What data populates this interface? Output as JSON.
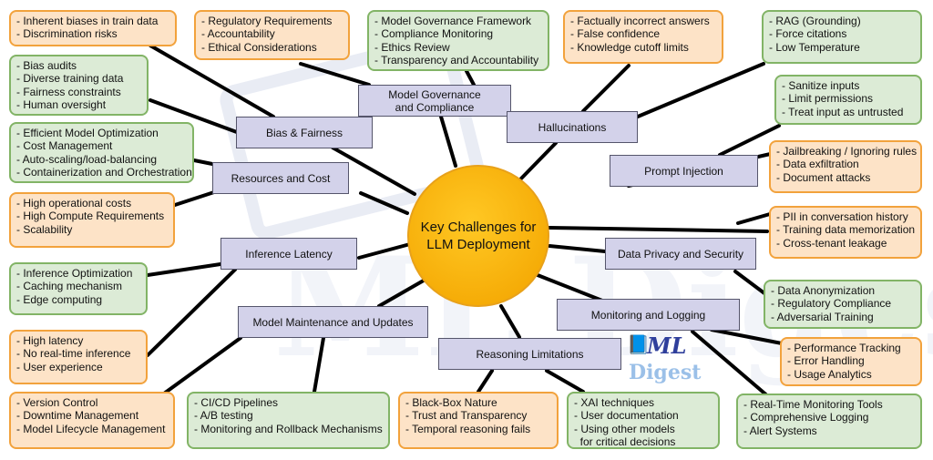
{
  "center": {
    "line1": "Key Challenges for",
    "line2": "LLM Deployment"
  },
  "categories": {
    "bias_fairness": "Bias & Fairness",
    "governance": "Model Governance and Compliance",
    "hallucinations": "Hallucinations",
    "prompt_injection": "Prompt Injection",
    "resources_cost": "Resources and Cost",
    "inference_latency": "Inference Latency",
    "data_privacy": "Data Privacy and Security",
    "monitoring": "Monitoring and Logging",
    "maintenance": "Model Maintenance and Updates",
    "reasoning": "Reasoning Limitations"
  },
  "notes": {
    "bias_challenges": [
      "- Inherent biases in train data",
      "- Discrimination risks"
    ],
    "bias_solutions": [
      "- Bias audits",
      "- Diverse training data",
      "- Fairness constraints",
      "- Human oversight"
    ],
    "gov_challenges": [
      "- Regulatory Requirements",
      "- Accountability",
      "- Ethical Considerations"
    ],
    "gov_solutions": [
      "- Model Governance Framework",
      "- Compliance Monitoring",
      "- Ethics Review",
      "- Transparency and Accountability"
    ],
    "hall_challenges": [
      "- Factually incorrect answers",
      "- False confidence",
      "- Knowledge cutoff limits"
    ],
    "hall_solutions": [
      "- RAG (Grounding)",
      "- Force citations",
      "- Low Temperature"
    ],
    "inj_solutions": [
      "- Sanitize inputs",
      "- Limit permissions",
      "- Treat input as untrusted"
    ],
    "inj_challenges": [
      "- Jailbreaking / Ignoring rules",
      "- Data exfiltration",
      "- Document attacks"
    ],
    "res_solutions": [
      "- Efficient Model Optimization",
      "- Cost Management",
      "- Auto-scaling/load-balancing",
      "- Containerization and Orchestration"
    ],
    "res_challenges": [
      "- High operational costs",
      "- High Compute Requirements",
      "- Scalability"
    ],
    "lat_solutions": [
      "- Inference Optimization",
      "- Caching mechanism",
      "- Edge computing"
    ],
    "lat_challenges": [
      "- High latency",
      "- No real-time inference",
      "- User experience"
    ],
    "priv_challenges": [
      "- PII in conversation history",
      "- Training data memorization",
      "- Cross-tenant leakage"
    ],
    "priv_solutions": [
      "- Data Anonymization",
      "- Regulatory Compliance",
      "- Adversarial Training"
    ],
    "mon_challenges": [
      "- Performance Tracking",
      "- Error Handling",
      "- Usage Analytics"
    ],
    "mon_solutions": [
      "- Real-Time Monitoring Tools",
      "- Comprehensive Logging",
      "- Alert Systems"
    ],
    "maint_challenges": [
      "- Version Control",
      "- Downtime Management",
      "- Model Lifecycle Management"
    ],
    "maint_solutions": [
      "- CI/CD Pipelines",
      "- A/B testing",
      "- Monitoring and Rollback Mechanisms"
    ],
    "reas_challenges": [
      "- Black-Box Nature",
      "- Trust and Transparency",
      "- Temporal reasoning fails"
    ],
    "reas_solutions": [
      "- XAI techniques",
      "- User documentation",
      "- Using other models",
      "  for critical decisions"
    ]
  },
  "logo": {
    "line1": "ML",
    "line2": "Digest",
    "icon": "book-icon"
  },
  "watermark": {
    "text": "ML Digest"
  },
  "colors": {
    "category_fill": "#d3d2ea",
    "category_border": "#55556b",
    "challenge_fill": "#fde3c7",
    "challenge_border": "#f2a23c",
    "solution_fill": "#dcebd6",
    "solution_border": "#82b466",
    "center_fill": "#f6ad08",
    "connector": "#000000"
  }
}
